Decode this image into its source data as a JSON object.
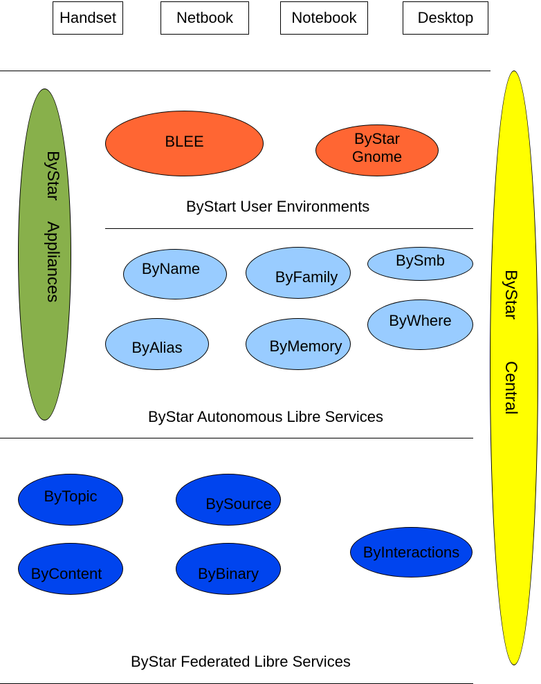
{
  "devices": [
    "Handset",
    "Netbook",
    "Notebook",
    "Desktop"
  ],
  "appliances": {
    "line1": "ByStar",
    "line2": "Appliances",
    "color": "#88b04b"
  },
  "central": {
    "line1": "ByStar",
    "line2": "Central",
    "color": "#ffff00"
  },
  "user_env": {
    "label": "ByStart User Environments",
    "items": [
      {
        "label": "BLEE"
      },
      {
        "line1": "ByStar",
        "line2": "Gnome"
      }
    ],
    "color": "#ff6633"
  },
  "autonomous": {
    "label": "ByStar Autonomous Libre Services",
    "items": [
      "ByName",
      "ByFamily",
      "BySmb",
      "ByAlias",
      "ByMemory",
      "ByWhere"
    ],
    "color": "#99ccff"
  },
  "federated": {
    "label": "ByStar Federated Libre Services",
    "items": [
      "ByTopic",
      "BySource",
      "ByContent",
      "ByBinary",
      "ByInteractions"
    ],
    "color": "#0044ee"
  }
}
